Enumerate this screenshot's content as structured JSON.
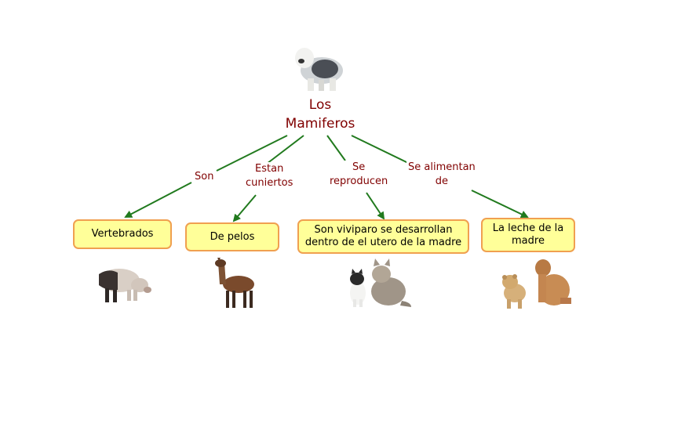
{
  "root": {
    "title_line1": "Los",
    "title_line2": "Mamiferos",
    "image_icon": "sheepdog-icon"
  },
  "links": [
    {
      "label": "Son"
    },
    {
      "label_line1": "Estan",
      "label_line2": "cuniertos"
    },
    {
      "label_line1": "Se",
      "label_line2": "reproducen"
    },
    {
      "label_line1": "Se alimentan",
      "label_line2": "de"
    }
  ],
  "nodes": [
    {
      "label": "Vertebrados",
      "image_icon": "pig-icon"
    },
    {
      "label": "De pelos",
      "image_icon": "llama-icon"
    },
    {
      "label_line1": "Son viviparo se desarrollan",
      "label_line2": "dentro de el utero de la madre",
      "image_icon": "cats-icon"
    },
    {
      "label_line1": "La leche de la",
      "label_line2": "madre",
      "image_icon": "lion-cub-icon"
    }
  ],
  "colors": {
    "line": "#217a1e",
    "text": "#800000",
    "node_fill": "#ffff99",
    "node_border": "#f0a050"
  }
}
